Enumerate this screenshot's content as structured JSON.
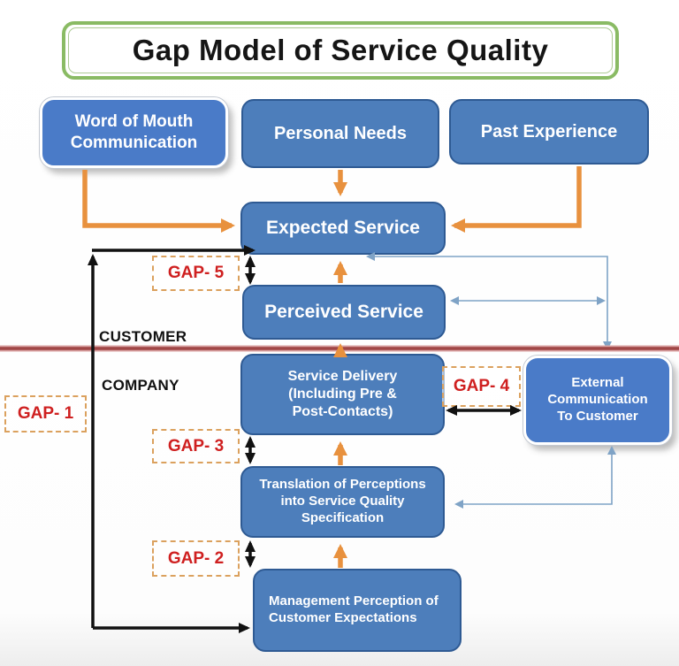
{
  "title": "Gap Model of Service Quality",
  "labels": {
    "customer": "CUSTOMER",
    "company": "COMPANY"
  },
  "boxes": {
    "word_of_mouth": "Word of Mouth\nCommunication",
    "personal_needs": "Personal Needs",
    "past_experience": "Past Experience",
    "expected_service": "Expected Service",
    "perceived_service": "Perceived Service",
    "service_delivery": "Service Delivery\n(Including Pre &\nPost-Contacts)",
    "external_communication": "External\nCommunication\nTo Customer",
    "translation": "Translation of Perceptions\ninto Service Quality\nSpecification",
    "management_perception": "Management Perception of\nCustomer Expectations"
  },
  "gaps": {
    "gap1": "GAP- 1",
    "gap2": "GAP- 2",
    "gap3": "GAP- 3",
    "gap4": "GAP- 4",
    "gap5": "GAP- 5"
  },
  "colors": {
    "box_fill": "#4D7EBB",
    "box_border": "#2E5A93",
    "arrow_orange": "#E8913E",
    "arrow_black": "#111111",
    "gap_text": "#CF2020",
    "gap_border": "#DBA15E",
    "divider_red": "#A85050",
    "line_blue": "#7FA3C6",
    "title_border_green": "#8ABB64"
  }
}
